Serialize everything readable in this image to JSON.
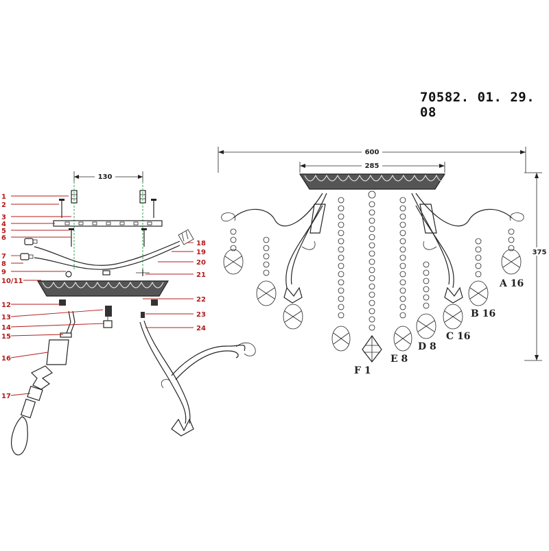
{
  "model_number": "70582. 01. 29. 08",
  "dimensions": {
    "mount_spacing": "130",
    "total_width": "600",
    "canopy_width": "285",
    "height": "375"
  },
  "part_labels": [
    "1",
    "2",
    "3",
    "4",
    "5",
    "6",
    "7",
    "8",
    "9",
    "10/11",
    "12",
    "13",
    "14",
    "15",
    "16",
    "17",
    "18",
    "19",
    "20",
    "21",
    "22",
    "23",
    "24"
  ],
  "crystal_drops": {
    "A": "A 16",
    "B": "B 16",
    "C": "C 16",
    "D": "D 8",
    "E": "E 8",
    "F": "F 1"
  },
  "colors": {
    "callout": "#b31b1b",
    "alignment": "#2fa64a",
    "drawing": "#222222"
  }
}
